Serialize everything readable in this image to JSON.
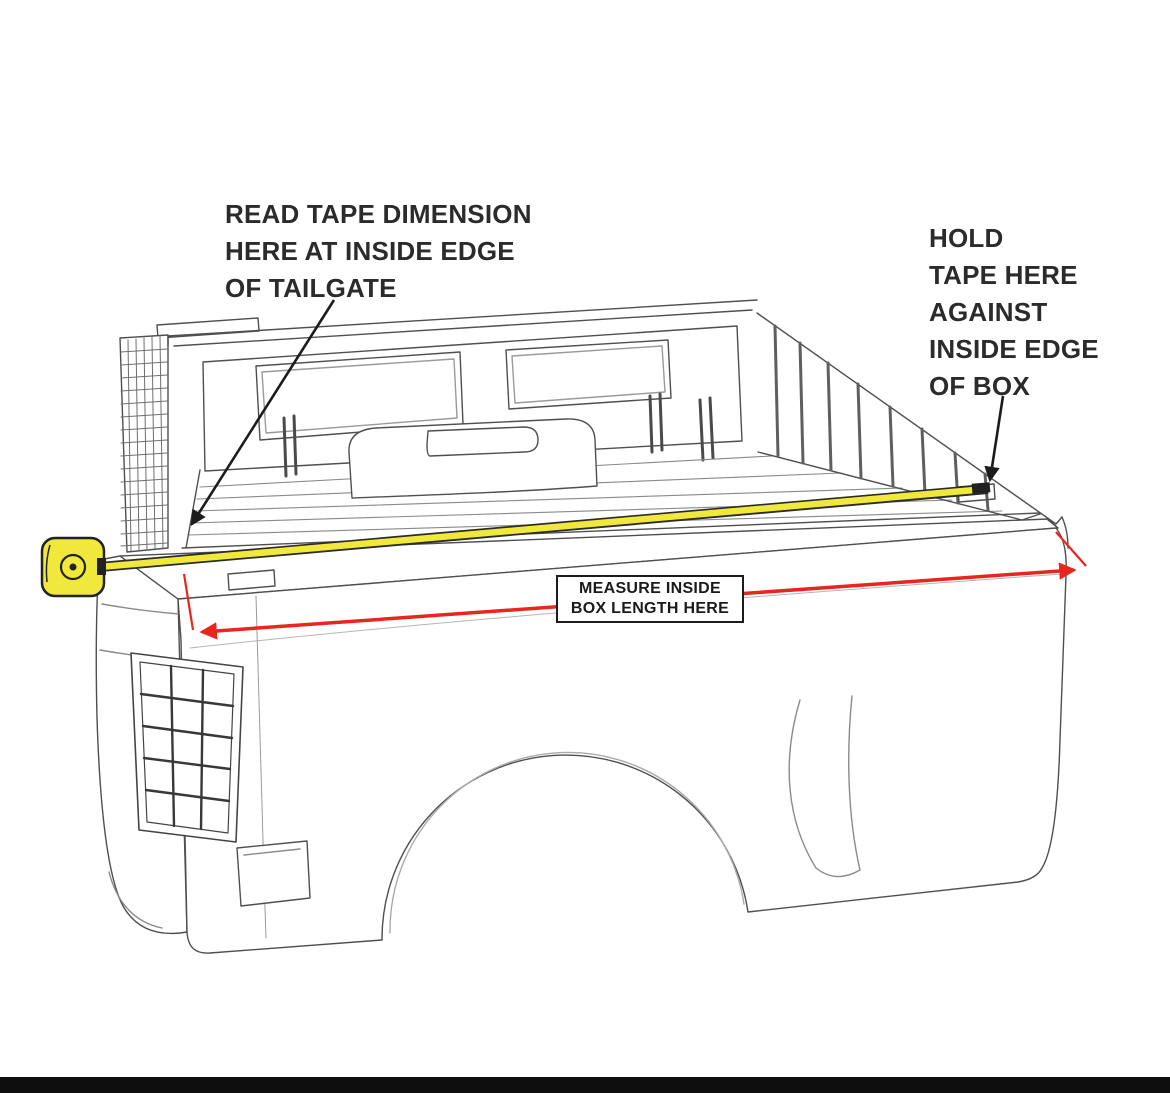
{
  "canvas": {
    "background": "#ffffff"
  },
  "colors": {
    "ink": "#2b2b2b",
    "line_art": "#4f4f4f",
    "line_art_light": "#8a8a8a",
    "tape_yellow": "#f0e83a",
    "tape_outline": "#2b2b2b",
    "dimension_red": "#e8261d",
    "arrow_black": "#1c1c1c",
    "label_border": "#1c1c1c",
    "label_bg": "#ffffff",
    "footer_bar": "#0e0e0e"
  },
  "annotations": {
    "read_tape": {
      "text": "READ TAPE DIMENSION\nHERE AT INSIDE EDGE\nOF TAILGATE"
    },
    "hold_tape": {
      "text": "HOLD\nTAPE HERE\nAGAINST\nINSIDE EDGE\nOF BOX"
    },
    "measure_label": {
      "line1": "MEASURE INSIDE",
      "line2": "BOX LENGTH HERE"
    }
  }
}
